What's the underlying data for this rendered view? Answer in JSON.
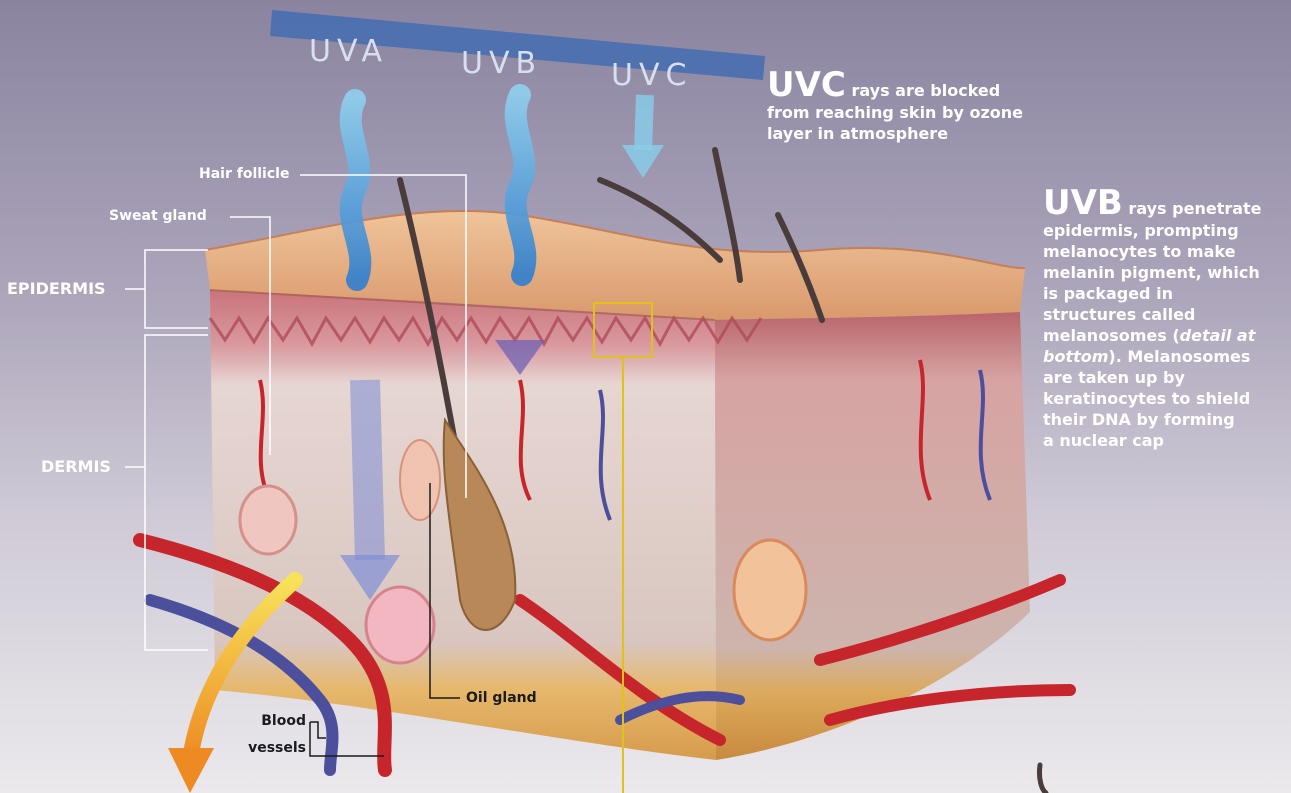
{
  "banner": {
    "uva": "UVA",
    "uvb": "UVB",
    "uvc": "UVC"
  },
  "uvc_note": {
    "heading": "UVC",
    "lead": "rays are blocked",
    "lines": [
      "from reaching skin by ozone",
      "layer in atmosphere"
    ]
  },
  "uvb_note": {
    "heading": "UVB",
    "lead": "rays penetrate",
    "lines": [
      "epidermis, prompting",
      "melanocytes to make",
      "melanin pigment, which",
      "is packaged in",
      "structures called"
    ],
    "line_melanosomes": "melanosomes (",
    "detail_at": "detail at",
    "bottom": "bottom",
    "after_bottom": "). Melanosomes",
    "tail_lines": [
      "are taken up by",
      "keratinocytes to shield",
      "their DNA by forming",
      "a nuclear cap"
    ]
  },
  "labels": {
    "hair_follicle": "Hair follicle",
    "sweat_gland": "Sweat gland",
    "epidermis": "EPIDERMIS",
    "dermis": "DERMIS",
    "blood": "Blood",
    "vessels": "vessels",
    "oil_gland": "Oil gland"
  },
  "colors": {
    "banner": "#4a6fb0",
    "epidermis_top": "#e2a77c",
    "dermis": "#e0cfc6",
    "fat_layer": "#e3b76a",
    "artery": "#c6262b",
    "vein": "#4c4f9b",
    "uv_arrow": "#4da0dc",
    "highlight": "#e0c21a",
    "deep_arrow": "#f2b82a"
  }
}
